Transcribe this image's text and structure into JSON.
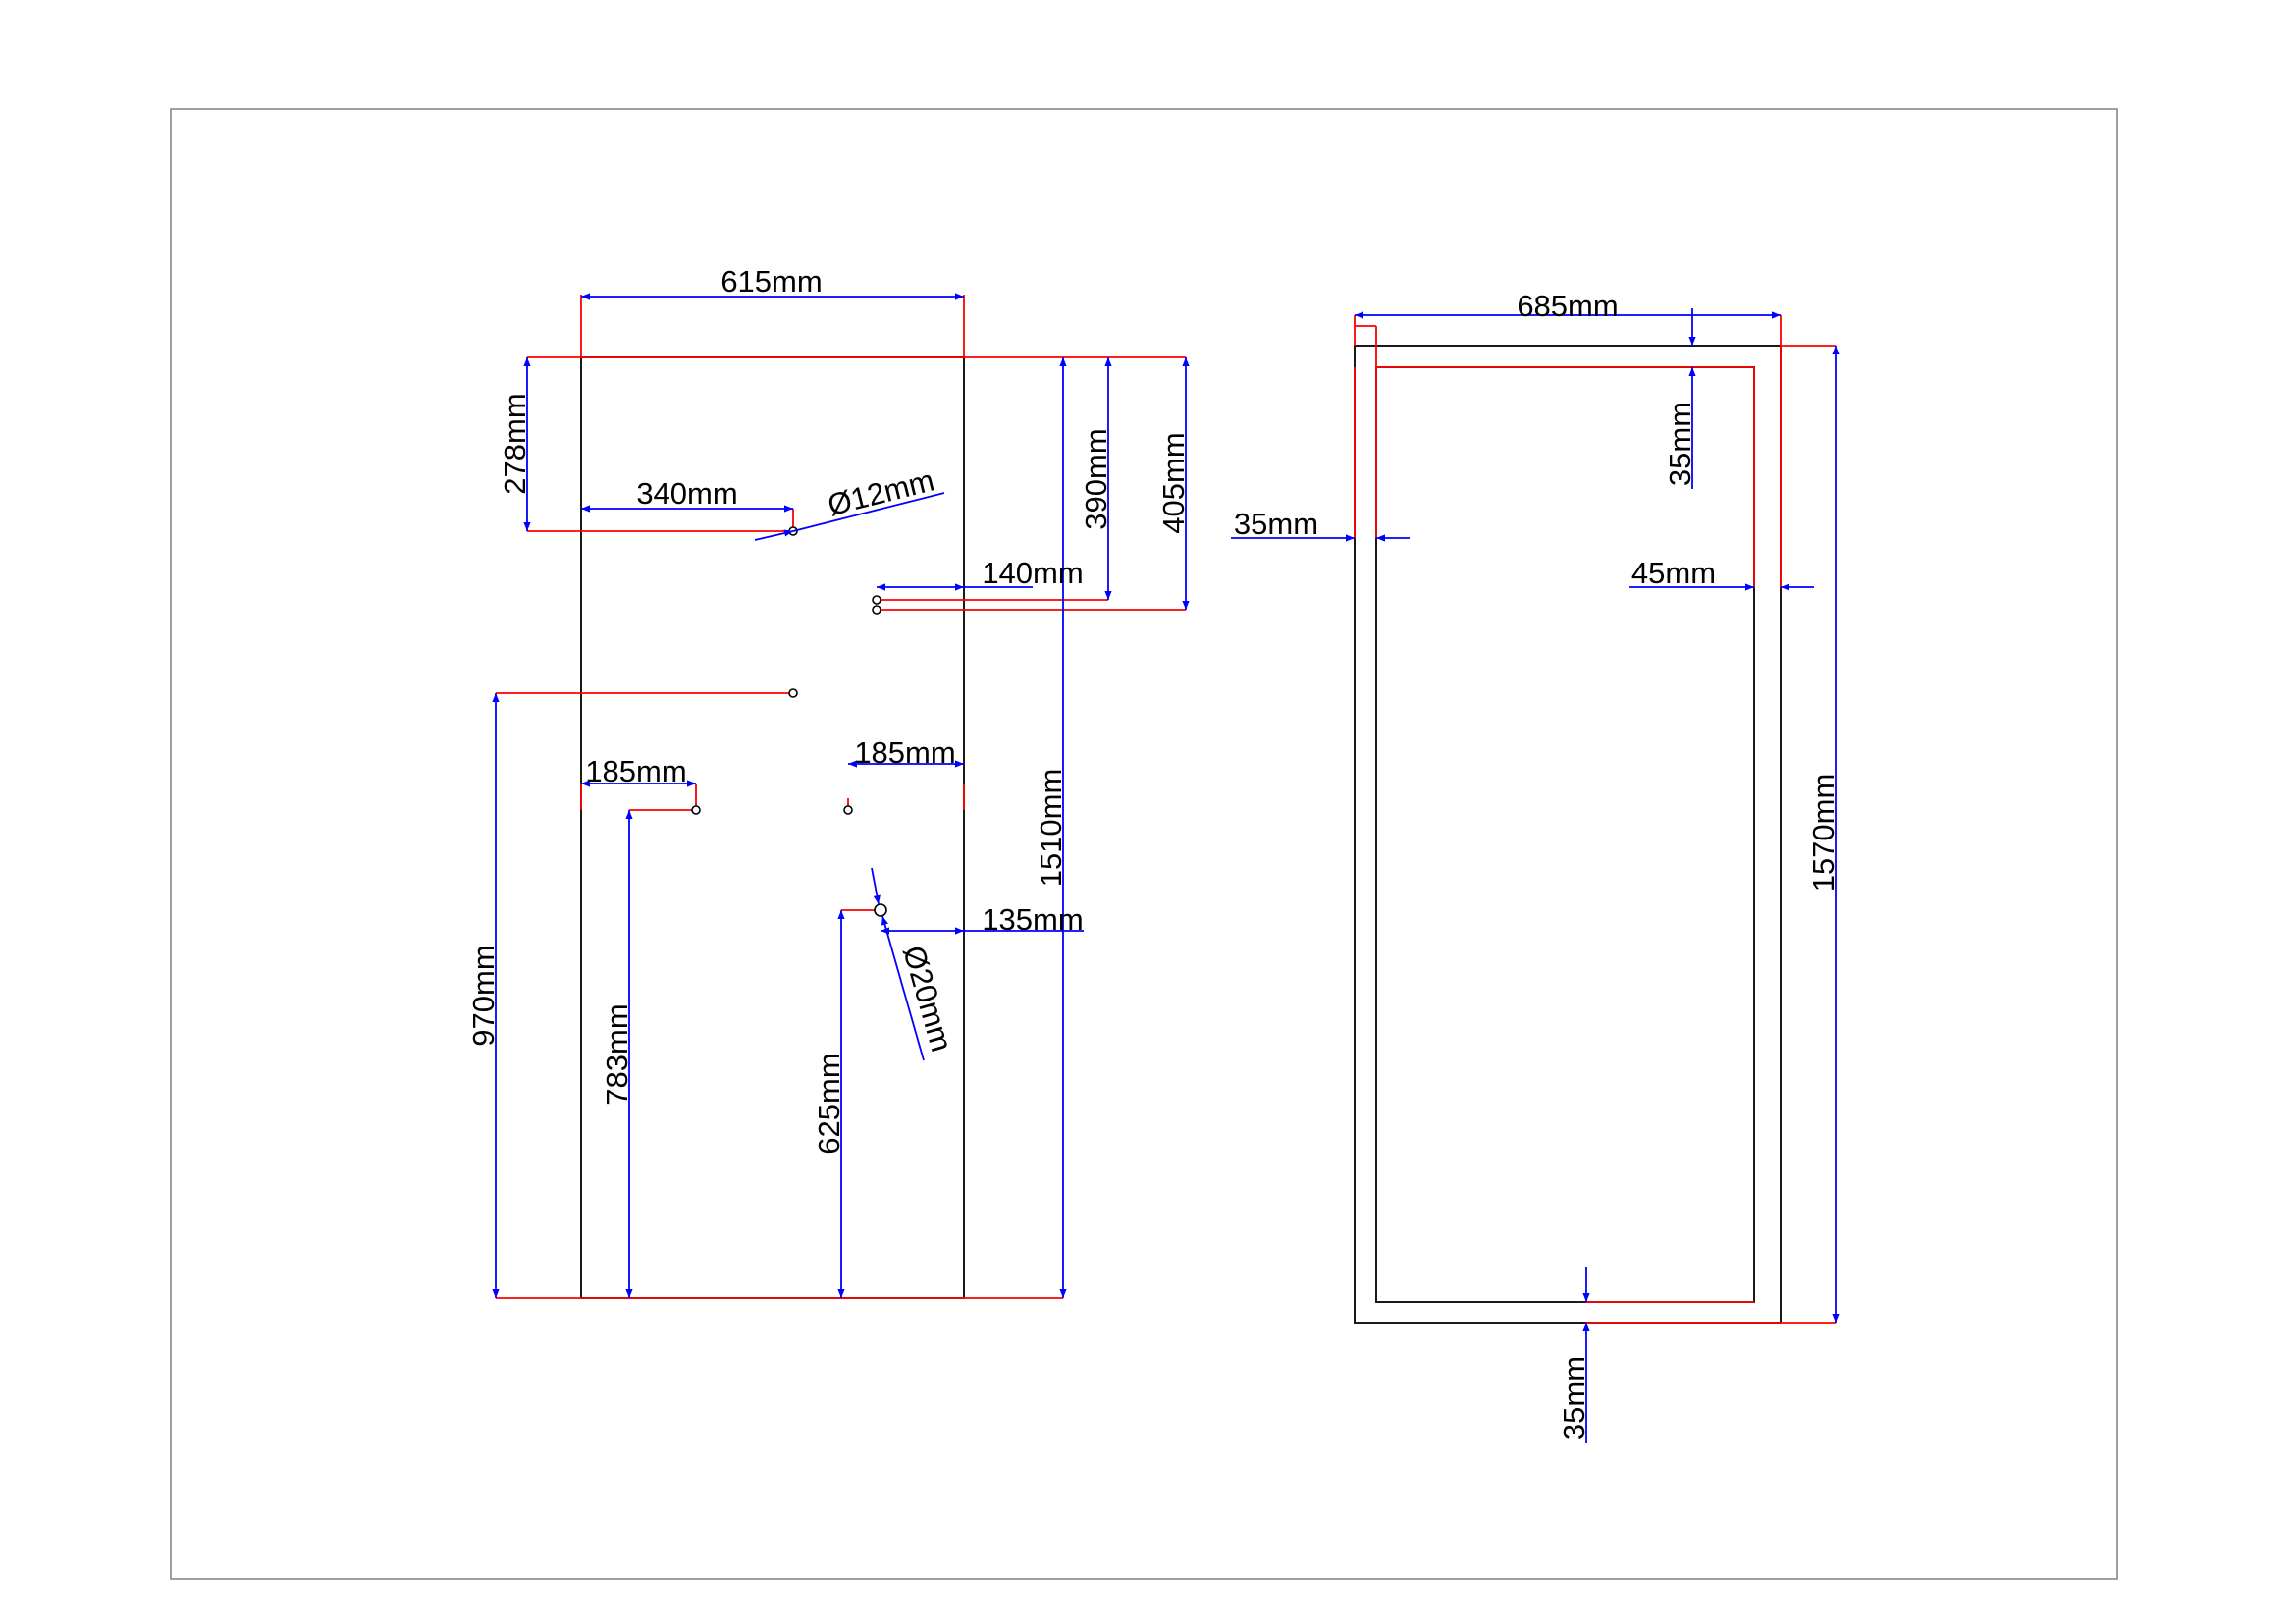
{
  "colors": {
    "outline": "#000000",
    "extension_line": "#ff0000",
    "dimension_line": "#0000ff",
    "frame": "#808080"
  },
  "left_panel": {
    "width": "615mm",
    "height": "1510mm",
    "hole_a_from_top": "278mm",
    "hole_a_from_left": "340mm",
    "hole_a_diameter": "Ø12mm",
    "hole_b_from_top": "390mm",
    "hole_c_from_top": "405mm",
    "hole_bc_from_right": "140mm",
    "hole_d_from_bottom": "970mm",
    "hole_e_from_left": "185mm",
    "hole_e_from_bottom": "783mm",
    "hole_f_from_right": "185mm",
    "hole_g_from_right": "135mm",
    "hole_g_from_bottom": "625mm",
    "hole_g_diameter": "Ø20mm"
  },
  "right_frame": {
    "width": "685mm",
    "height": "1570mm",
    "top_border": "35mm",
    "left_border": "35mm",
    "right_border": "45mm",
    "bottom_border": "35mm"
  }
}
